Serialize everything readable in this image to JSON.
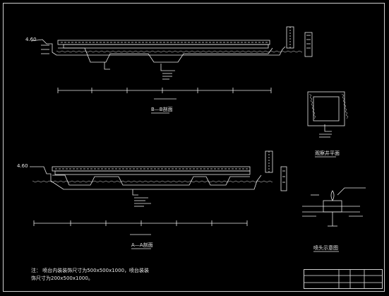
{
  "drawing": {
    "view_labels": {
      "section_top": "B—B剖面",
      "section_bottom": "A—A剖面",
      "plan_detail": "观察井平面",
      "nozzle_detail": "喷头示意图"
    },
    "elevation_marks": {
      "top_left": "4.60",
      "bottom_left": "4.60"
    },
    "note_lines": [
      "注：   喷台内装装饰尺寸为500x500x1000，喷台装装",
      "饰尺寸为200x500x1000。"
    ],
    "colors": {
      "background": "#000000",
      "lines": "#e6e6e6",
      "accent": "#ffffff"
    }
  }
}
